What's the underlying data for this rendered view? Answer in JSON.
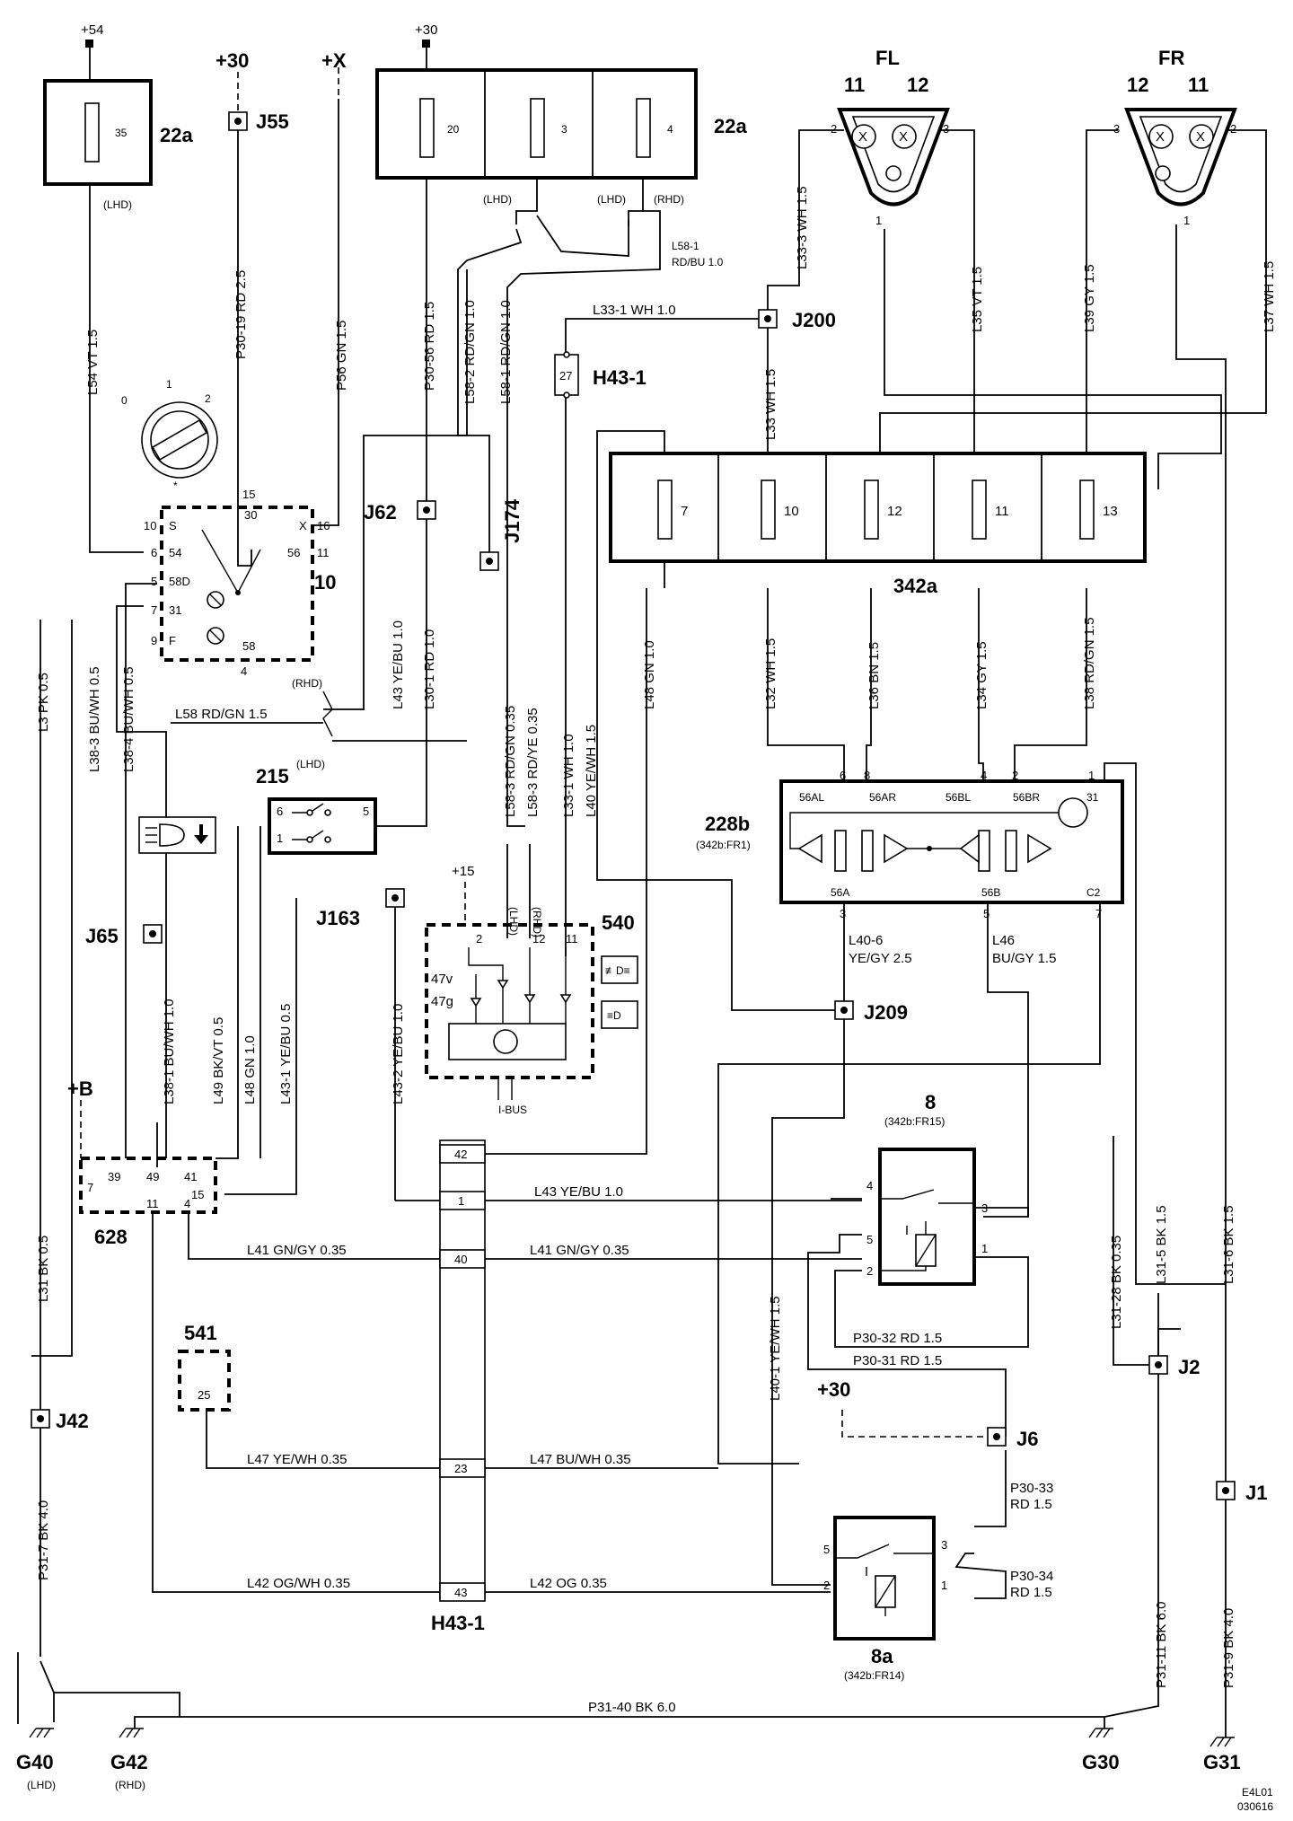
{
  "fuse_22a_left": {
    "fuse": "35",
    "name": "22a",
    "supply": "+54",
    "note": "(LHD)"
  },
  "fuse_22a_right": {
    "fuses": [
      "20",
      "3",
      "4"
    ],
    "name": "22a",
    "supply": "+30",
    "notes": [
      "(LHD)",
      "(LHD)",
      "(RHD)"
    ]
  },
  "supplies": {
    "j55_feed": "+30",
    "x_feed": "+X",
    "j6_feed": "+30",
    "b_feed": "+B",
    "i540_feed": "+15"
  },
  "junctions": {
    "j55": "J55",
    "j62": "J62",
    "j174": "J174",
    "j200": "J200",
    "j163": "J163",
    "j65": "J65",
    "j209": "J209",
    "j42": "J42",
    "j2": "J2",
    "j6": "J6",
    "j1": "J1"
  },
  "fuse_342a": {
    "fuses": [
      "7",
      "10",
      "12",
      "11",
      "13"
    ],
    "name": "342a"
  },
  "h43_1_top": {
    "pin": "27",
    "name": "H43-1"
  },
  "lamp_fl": {
    "title": "FL",
    "pin_a": "11",
    "pin_b": "12",
    "pins": [
      "2",
      "3",
      "1"
    ]
  },
  "lamp_fr": {
    "title": "FR",
    "pin_a": "12",
    "pin_b": "11",
    "pins": [
      "3",
      "2",
      "1"
    ]
  },
  "switch_10": {
    "name": "10",
    "pins": [
      "15",
      "30",
      "10",
      "S",
      "16",
      "X",
      "6",
      "54",
      "56",
      "11",
      "5",
      "58D",
      "7",
      "31",
      "9",
      "F",
      "58",
      "4"
    ]
  },
  "switch_215": {
    "name": "215",
    "pins": [
      "6",
      "5",
      "1"
    ]
  },
  "module_228b": {
    "name": "228b",
    "ref": "(342b:FR1)",
    "top_pins": [
      "6",
      "8",
      "4",
      "2",
      "1"
    ],
    "top_labels": [
      "56AL",
      "56AR",
      "56BL",
      "56BR",
      "31"
    ],
    "bottom_pins": [
      "3",
      "5",
      "7"
    ],
    "bottom_labels": [
      "56A",
      "56B",
      "C2"
    ]
  },
  "panel_540": {
    "name": "540",
    "pins": [
      "2",
      "12",
      "11"
    ],
    "leds": [
      "47v",
      "47g"
    ],
    "bus": "I-BUS",
    "notes": [
      "(LHD)",
      "(RHD)"
    ]
  },
  "unit_628": {
    "name": "628",
    "pins": [
      "7",
      "39",
      "49",
      "41",
      "15",
      "11",
      "4"
    ]
  },
  "unit_541": {
    "name": "541",
    "pin": "25"
  },
  "relay_8": {
    "name": "8",
    "ref": "(342b:FR15)",
    "pins": [
      "4",
      "3",
      "5",
      "1",
      "2"
    ]
  },
  "relay_8a": {
    "name": "8a",
    "ref": "(342b:FR14)",
    "pins": [
      "5",
      "3",
      "2",
      "1"
    ]
  },
  "h43_1_bottom": {
    "name": "H43-1",
    "pins": [
      "42",
      "1",
      "40",
      "23",
      "43"
    ]
  },
  "grounds": {
    "g40": "G40",
    "g40_note": "(LHD)",
    "g42": "G42",
    "g42_note": "(RHD)",
    "g30": "G30",
    "g31": "G31"
  },
  "hand_notes": {
    "lhd_1": "(RHD)",
    "lhd_2": "(LHD)"
  },
  "wires": {
    "l54": "L54  VT  1.5",
    "p30_19": "P30-19  RD  2.5",
    "p56": "P56  GN  1.5",
    "p30_56": "P30-56  RD  1.5",
    "l58_2": "L58-2  RD/GN 1.0",
    "l58_1v": "L58-1  RD/GN 1.0",
    "l58_1a": "L58-1",
    "l58_1b": "RD/BU  1.0",
    "l33_3": "L33-3  WH  1.5",
    "l33_1h": "L33-1  WH  1.0",
    "l33_wh": "L33  WH 1.5",
    "l35": "L35  VT  1.5",
    "l39": "L39  GY  1.5",
    "l37": "L37  WH  1.5",
    "l48_top": "L48  GN  1.0",
    "l32": "L32  WH  1.5",
    "l36": "L36  BN  1.5",
    "l34": "L34  GY  1.5",
    "l38": "L38  RD/GN  1.5",
    "l43_ye": "L43  YE/BU  1.0",
    "l30_1": "L30-1  RD  1.0",
    "l58_3": "L58-3  RD/GN  0.35",
    "l58_3b": "L58-3  RD/YE  0.35",
    "l33_1v": "L33-1  WH  1.0",
    "l40": "L40  YE/WH  1.5",
    "l58h": "L58  RD/GN  1.5",
    "l3": "L3  PK  0.5",
    "l38_3": "L38-3  BU/WH  0.5",
    "l38_4": "L38-4  BU/WH  0.5",
    "l40_6a": "L40-6",
    "l40_6b": "YE/GY  2.5",
    "l46a": "L46",
    "l46b": "BU/GY  1.5",
    "l38_1": "L38-1  BU/WH  1.0",
    "l49": "L49  BK/VT  0.5",
    "l48": "L48  GN  1.0",
    "l43_1": "L43-1  YE/BU  0.5",
    "l43_2": "L43-2  YE/BU  1.0",
    "l43_h": "L43  YE/BU  1.0",
    "l41_a": "L41  GN/GY  0.35",
    "l41_b": "L41  GN/GY  0.35",
    "l31": "L31  BK  0.5",
    "l31_28": "L31-28  BK  0.35",
    "l31_5": "L31-5  BK  1.5",
    "l31_6": "L31-6  BK  1.5",
    "p30_32": "P30-32  RD  1.5",
    "p30_31": "P30-31  RD  1.5",
    "l40_1": "L40-1  YE/WH  1.5",
    "l47_a": "L47  YE/WH 0.35",
    "l47_b": "L47  BU/WH  0.35",
    "p30_33a": "P30-33",
    "p30_33b": "RD 1.5",
    "p31_7": "P31-7  BK  4.0",
    "l42_a": "L42  OG/WH 0.35",
    "l42_b": "L42  OG  0.35",
    "p30_34a": "P30-34",
    "p30_34b": "RD 1.5",
    "p31_11": "P31-11  BK  6.0",
    "p31_9": "P31-9  BK  4.0",
    "p31_40": "P31-40  BK  6.0"
  },
  "doc_code": {
    "line1": "E4L01",
    "line2": "030616"
  }
}
